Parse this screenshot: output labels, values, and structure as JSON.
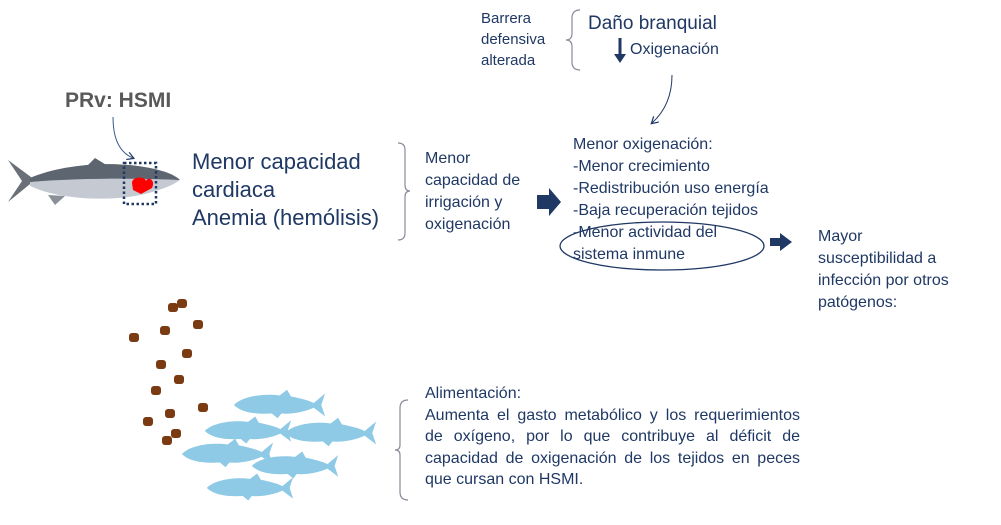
{
  "gill": {
    "barrier_lines": [
      "Barrera",
      "defensiva",
      "alterada"
    ],
    "damage": "Daño branquial",
    "oxygenation_down": "Oxigenación"
  },
  "virus_label": "PRv: HSMI",
  "heart_effects": [
    "Menor capacidad",
    "cardiaca",
    "Anemia (hemólisis)"
  ],
  "irrigation_lines": [
    "Menor",
    "capacidad de",
    "irrigación y",
    "oxigenación"
  ],
  "low_oxygen": {
    "title": "Menor oxigenación:",
    "items": [
      "-Menor crecimiento",
      "-Redistribución uso energía",
      "-Baja recuperación tejidos",
      "-Menor actividad del",
      "sistema inmune"
    ]
  },
  "susceptibility_lines": [
    "Mayor",
    "susceptibilidad a",
    "infección por otros",
    "patógenos:"
  ],
  "feeding": {
    "title": "Alimentación:",
    "body": "Aumenta el gasto metabólico y los requerimientos de oxígeno, por lo que contribuye al déficit de capacidad de oxigenación de los tejidos en peces que cursan con HSMI."
  },
  "colors": {
    "text": "#1f3864",
    "label": "#595959",
    "heart": "#ff0000",
    "school": "#8ecae6",
    "pellet": "#7a3a12"
  }
}
